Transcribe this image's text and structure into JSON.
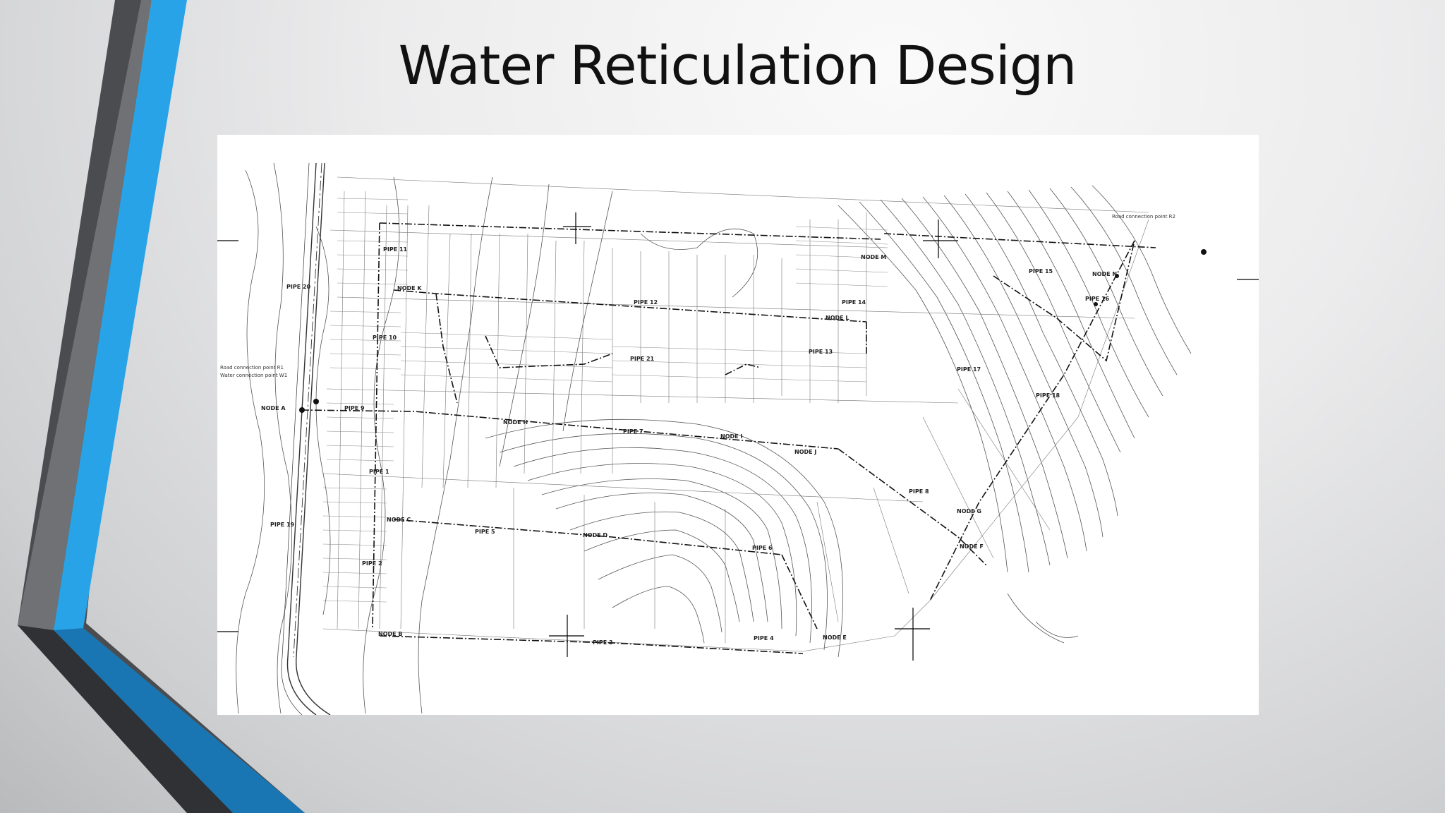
{
  "slide": {
    "title": "Water Reticulation Design",
    "accent_colors": {
      "blue": "#29a3e8",
      "dark_blue": "#1976b3",
      "dark_gray": "#4a4c4f",
      "light_gray": "#7a7c7f"
    }
  },
  "drawing": {
    "description_icon": "site-plan-drawing",
    "pipe_labels": [
      "PIPE 11",
      "PIPE 20",
      "PIPE 12",
      "PIPE 21",
      "PIPE 13",
      "PIPE 14",
      "PIPE 15",
      "PIPE 16",
      "PIPE 17",
      "PIPE 18",
      "PIPE 19",
      "PIPE 1",
      "PIPE 2",
      "PIPE 3",
      "PIPE 4",
      "PIPE 5",
      "PIPE 6",
      "PIPE 7",
      "PIPE 8",
      "PIPE 9",
      "PIPE 10"
    ],
    "node_labels": [
      "NODE A",
      "NODE B",
      "NODE C",
      "NODE D",
      "NODE E",
      "NODE F",
      "NODE G",
      "NODE H",
      "NODE I",
      "NODE J",
      "NODE K",
      "NODE L",
      "NODE M",
      "NODE N"
    ],
    "annotations": [
      "Road connection point R1",
      "Water connection point W1",
      "Road connection point R2"
    ]
  }
}
